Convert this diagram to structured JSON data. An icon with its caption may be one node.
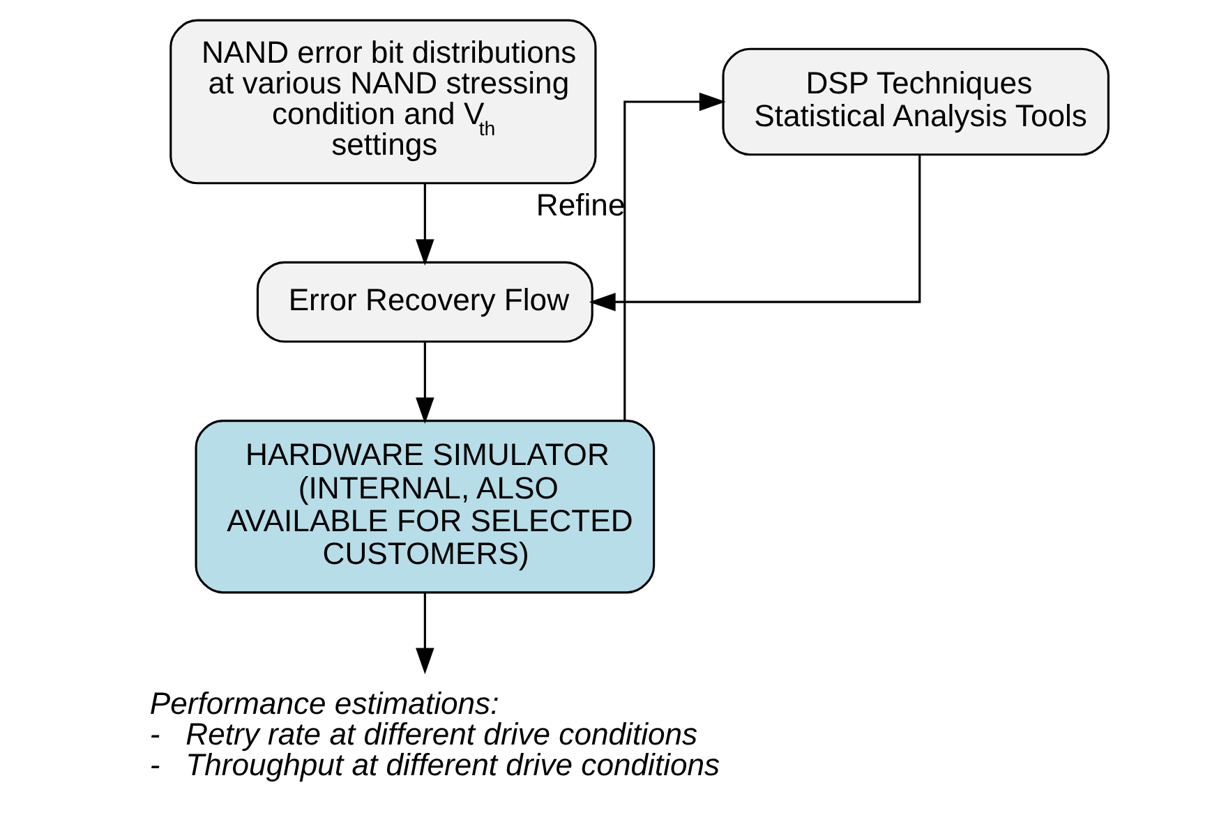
{
  "diagram": {
    "nodes": [
      {
        "text": [
          "NAND error bit distributions at various NAND stressing condition and V$_{th}$ settings"
        ]
      },
      {
        "text": [
          "DSP Techniques",
          "Statistical Analysis Tools"
        ]
      },
      {
        "text": [
          "Error Recovery Flow"
        ]
      },
      {
        "text": [
          "HARDWARE SIMULATOR (INTERNAL, ALSO AVAILABLE FOR SELECTED CUSTOMERS)"
        ]
      },
      {
        "text": [
          "Performance estimations:",
          "-   Retry rate at different drive conditions",
          "-   Throughput at different drive conditions"
        ]
      }
    ],
    "edges": [
      {
        "from": 0,
        "to": 2,
        "arrow": "to"
      },
      {
        "from": 1,
        "to": 2,
        "arrow": "to"
      },
      {
        "from": 2,
        "to": 3,
        "arrow": "to"
      },
      {
        "from": 3,
        "to": 1,
        "arrow": "to",
        "label": "Refine"
      },
      {
        "from": 3,
        "to": 4,
        "arrow": "to"
      }
    ]
  }
}
